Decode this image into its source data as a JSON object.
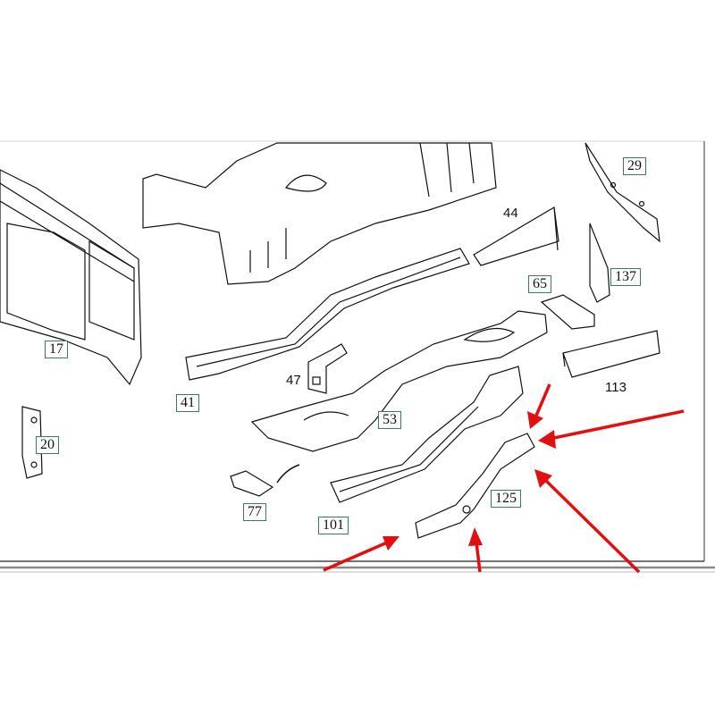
{
  "diagram": {
    "arrow_color": "#e01010",
    "box_color": "#3f7a5a",
    "callouts": {
      "p17": "17",
      "p20": "20",
      "p29": "29",
      "p41": "41",
      "p44": "44",
      "p47": "47",
      "p53": "53",
      "p65": "65",
      "p77": "77",
      "p101": "101",
      "p113": "113",
      "p125": "125",
      "p137": "137"
    }
  }
}
